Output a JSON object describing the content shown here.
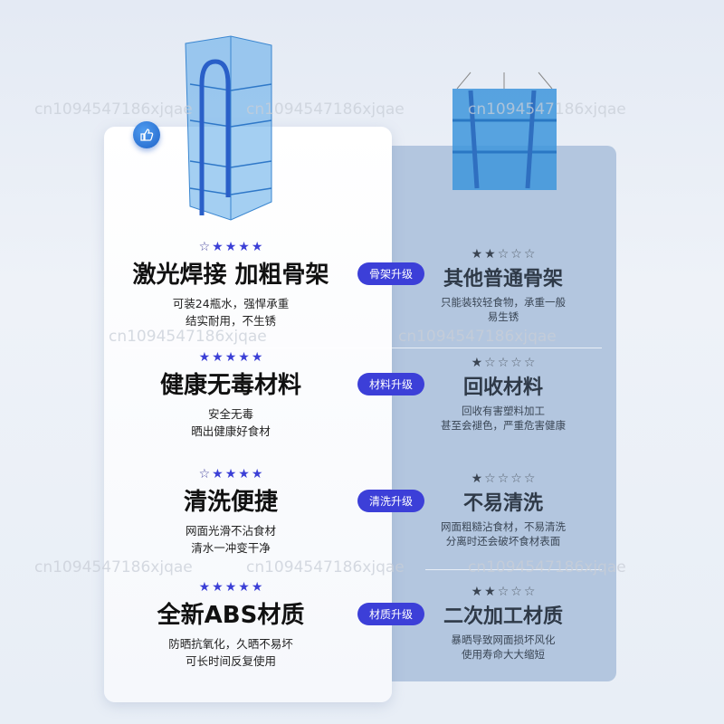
{
  "left_column": [
    {
      "stars_filled": 4,
      "stars_total": 5,
      "first_hollow": true,
      "title": "激光焊接 加粗骨架",
      "lines": [
        "可装24瓶水，强悍承重",
        "结实耐用，不生锈"
      ]
    },
    {
      "stars_filled": 5,
      "stars_total": 5,
      "first_hollow": false,
      "title": "健康无毒材料",
      "lines": [
        "安全无毒",
        "晒出健康好食材"
      ]
    },
    {
      "stars_filled": 4,
      "stars_total": 5,
      "first_hollow": true,
      "title": "清洗便捷",
      "lines": [
        "网面光滑不沾食材",
        "清水一冲变干净"
      ]
    },
    {
      "stars_filled": 5,
      "stars_total": 5,
      "first_hollow": false,
      "title": "全新ABS材质",
      "lines": [
        "防晒抗氧化，久晒不易坏",
        "可长时间反复使用"
      ]
    }
  ],
  "badges": [
    "骨架升级",
    "材料升级",
    "清洗升级",
    "材质升级"
  ],
  "right_column": [
    {
      "stars_filled": 2,
      "stars_total": 5,
      "title": "其他普通骨架",
      "lines": [
        "只能装较轻食物，承重一般",
        "易生锈"
      ]
    },
    {
      "stars_filled": 1,
      "stars_total": 5,
      "title": "回收材料",
      "lines": [
        "回收有害塑料加工",
        "甚至会褪色，严重危害健康"
      ]
    },
    {
      "stars_filled": 1,
      "stars_total": 5,
      "title": "不易清洗",
      "lines": [
        "网面粗糙沾食材，不易清洗",
        "分离时还会破坏食材表面"
      ]
    },
    {
      "stars_filled": 2,
      "stars_total": 5,
      "title": "二次加工材质",
      "lines": [
        "暴晒导致网面损坏风化",
        "使用寿命大大缩短"
      ]
    }
  ],
  "watermark": "cn1094547186xjqae",
  "icons": {
    "thumb": "thumbs-up-icon"
  },
  "colors": {
    "accent": "#3c3fd8",
    "panel": "#b3c6df"
  }
}
